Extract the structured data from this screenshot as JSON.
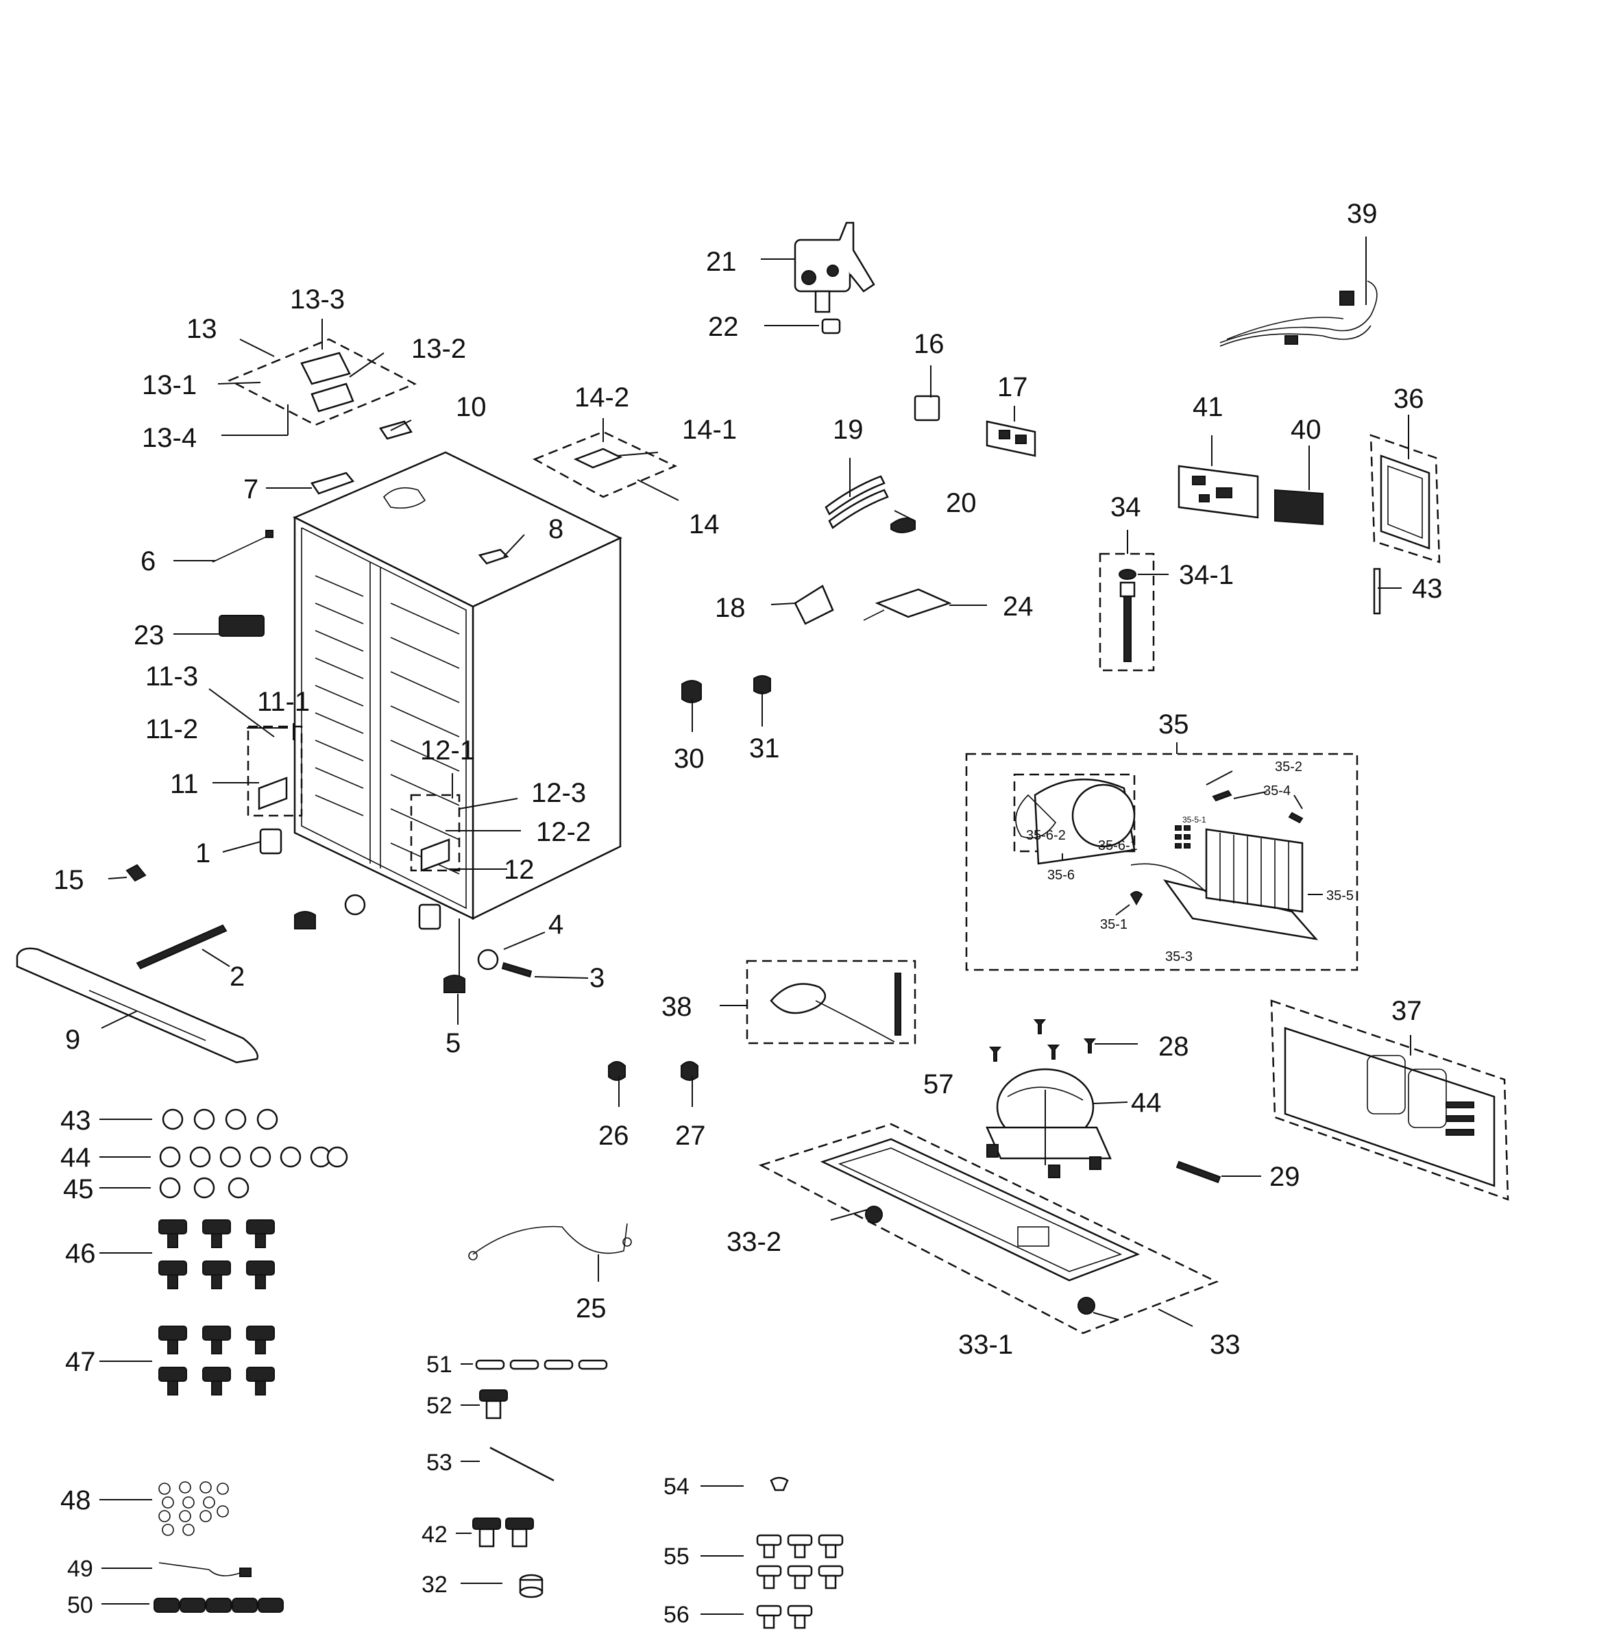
{
  "labels": {
    "l1": "1",
    "l2": "2",
    "l3": "3",
    "l4": "4",
    "l5": "5",
    "l6": "6",
    "l7": "7",
    "l8": "8",
    "l9": "9",
    "l10": "10",
    "l11": "11",
    "l11_1": "11-1",
    "l11_2": "11-2",
    "l11_3": "11-3",
    "l12": "12",
    "l12_1": "12-1",
    "l12_2": "12-2",
    "l12_3": "12-3",
    "l13": "13",
    "l13_1": "13-1",
    "l13_2": "13-2",
    "l13_3": "13-3",
    "l13_4": "13-4",
    "l14": "14",
    "l14_1": "14-1",
    "l14_2": "14-2",
    "l15": "15",
    "l16": "16",
    "l17": "17",
    "l18": "18",
    "l19": "19",
    "l20": "20",
    "l21": "21",
    "l22": "22",
    "l23": "23",
    "l24": "24",
    "l25": "25",
    "l26": "26",
    "l27": "27",
    "l28": "28",
    "l29": "29",
    "l30": "30",
    "l31": "31",
    "l32": "32",
    "l33": "33",
    "l33_1": "33-1",
    "l33_2": "33-2",
    "l34": "34",
    "l34_1": "34-1",
    "l35": "35",
    "l35_1": "35-1",
    "l35_2": "35-2",
    "l35_3": "35-3",
    "l35_4": "35-4",
    "l35_5": "35-5",
    "l35_6": "35-6",
    "l35_6_1": "35-6-1",
    "l35_6_2": "35-6-2",
    "l35_5_1": "35-5-1",
    "l36": "36",
    "l37": "37",
    "l38": "38",
    "l39": "39",
    "l40": "40",
    "l41": "41",
    "l42": "42",
    "l43a": "43",
    "l43b": "43",
    "l44a": "44",
    "l44b": "44",
    "l45": "45",
    "l46": "46",
    "l47": "47",
    "l48": "48",
    "l49": "49",
    "l50": "50",
    "l51": "51",
    "l52": "52",
    "l53": "53",
    "l54": "54",
    "l55": "55",
    "l56": "56",
    "l57": "57"
  }
}
